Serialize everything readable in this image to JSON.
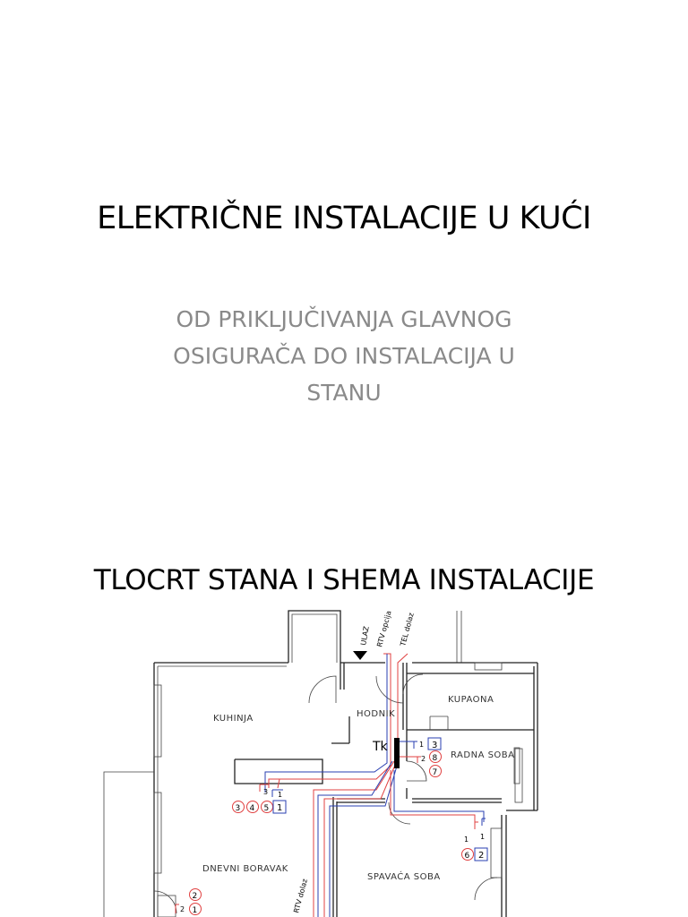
{
  "slide1": {
    "title": "ELEKTRIČNE INSTALACIJE U KUĆI",
    "subtitle_lines": [
      "OD PRIKLJUČIVANJA GLAVNOG",
      "OSIGURAČA DO INSTALACIJA U",
      "STANU"
    ]
  },
  "slide2": {
    "title": "TLOCRT STANA I SHEMA INSTALACIJE",
    "floorplan": {
      "rooms": {
        "kuhinja": "KUHINJA",
        "hodnik": "HODNIK",
        "kupaona": "KUPAONA",
        "radna_soba": "RADNA SOBA",
        "dnevni_boravak": "DNEVNI BORAVAK",
        "spavaca_soba": "SPAVAĆA SOBA"
      },
      "labels": {
        "ulaz": "ULAZ",
        "rtv_opcija": "RTV opcija",
        "tel_dolaz": "TEL dolaz",
        "rtv_dolaz": "RTV dolaz",
        "tk": "Tk"
      },
      "markers": {
        "radna_top_square": "3",
        "radna_circle_8": "8",
        "radna_circle_7": "7",
        "radna_num_1": "1",
        "radna_num_2": "2",
        "kuhinja_circle_3": "3",
        "kuhinja_circle_4": "4",
        "kuhinja_circle_5": "5",
        "kuhinja_square_1": "1",
        "kuhinja_num_3": "3",
        "kuhinja_num_1": "1",
        "spav_circle_6": "6",
        "spav_square_2": "2",
        "spav_num_1a": "1",
        "spav_num_1b": "1",
        "boravak_circle_2": "2",
        "boravak_circle_1": "1",
        "boravak_num_2": "2"
      },
      "colors": {
        "wire_red": "#e04040",
        "wire_blue": "#2a3fb0",
        "wall": "#222222"
      }
    }
  }
}
